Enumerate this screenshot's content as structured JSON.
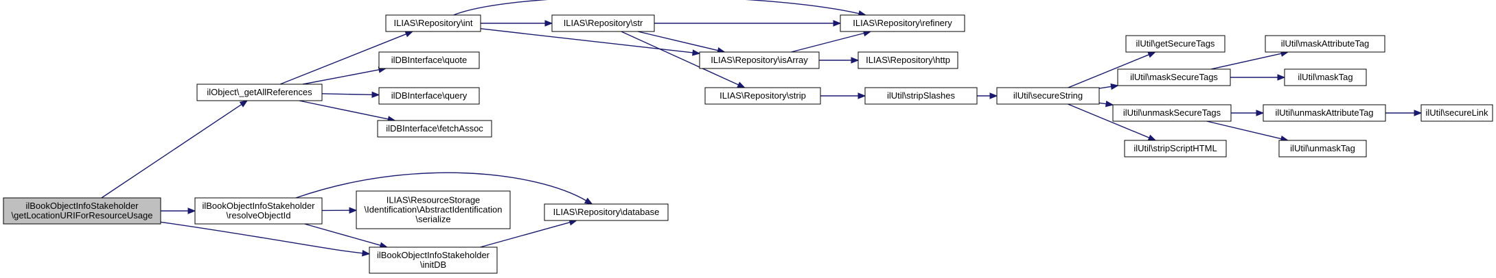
{
  "colors": {
    "edge": "#191970",
    "root_fill": "#bfbfbf",
    "node_fill": "#ffffff",
    "border": "#000000"
  },
  "nodes": [
    {
      "id": "root",
      "lines": [
        "ilBookObjectInfoStakeholder",
        "\\getLocationURIForResourceUsage"
      ],
      "highlight": true
    },
    {
      "id": "getAllRefs",
      "lines": [
        "ilObject\\_getAllReferences"
      ]
    },
    {
      "id": "resolveObjectId",
      "lines": [
        "ilBookObjectInfoStakeholder",
        "\\resolveObjectId"
      ]
    },
    {
      "id": "initDB",
      "lines": [
        "ilBookObjectInfoStakeholder",
        "\\initDB"
      ]
    },
    {
      "id": "repoInt",
      "lines": [
        "ILIAS\\Repository\\int"
      ]
    },
    {
      "id": "dbQuote",
      "lines": [
        "ilDBInterface\\quote"
      ]
    },
    {
      "id": "dbQuery",
      "lines": [
        "ilDBInterface\\query"
      ]
    },
    {
      "id": "dbFetch",
      "lines": [
        "ilDBInterface\\fetchAssoc"
      ]
    },
    {
      "id": "serialize",
      "lines": [
        "ILIAS\\ResourceStorage",
        "\\Identification\\AbstractIdentification",
        "\\serialize"
      ]
    },
    {
      "id": "repoDatabase",
      "lines": [
        "ILIAS\\Repository\\database"
      ]
    },
    {
      "id": "repoStr",
      "lines": [
        "ILIAS\\Repository\\str"
      ]
    },
    {
      "id": "repoRefinery",
      "lines": [
        "ILIAS\\Repository\\refinery"
      ]
    },
    {
      "id": "repoIsArray",
      "lines": [
        "ILIAS\\Repository\\isArray"
      ]
    },
    {
      "id": "repoHttp",
      "lines": [
        "ILIAS\\Repository\\http"
      ]
    },
    {
      "id": "repoStrip",
      "lines": [
        "ILIAS\\Repository\\strip"
      ]
    },
    {
      "id": "stripSlashes",
      "lines": [
        "ilUtil\\stripSlashes"
      ]
    },
    {
      "id": "secureString",
      "lines": [
        "ilUtil\\secureString"
      ]
    },
    {
      "id": "getSecureTags",
      "lines": [
        "ilUtil\\getSecureTags"
      ]
    },
    {
      "id": "maskSecureTags",
      "lines": [
        "ilUtil\\maskSecureTags"
      ]
    },
    {
      "id": "unmaskSecureTags",
      "lines": [
        "ilUtil\\unmaskSecureTags"
      ]
    },
    {
      "id": "stripScriptHTML",
      "lines": [
        "ilUtil\\stripScriptHTML"
      ]
    },
    {
      "id": "maskAttributeTag",
      "lines": [
        "ilUtil\\maskAttributeTag"
      ]
    },
    {
      "id": "maskTag",
      "lines": [
        "ilUtil\\maskTag"
      ]
    },
    {
      "id": "unmaskAttributeTag",
      "lines": [
        "ilUtil\\unmaskAttributeTag"
      ]
    },
    {
      "id": "unmaskTag",
      "lines": [
        "ilUtil\\unmaskTag"
      ]
    },
    {
      "id": "secureLink",
      "lines": [
        "ilUtil\\secureLink"
      ]
    }
  ],
  "edges": [
    [
      "root",
      "getAllRefs"
    ],
    [
      "root",
      "resolveObjectId"
    ],
    [
      "root",
      "initDB"
    ],
    [
      "getAllRefs",
      "repoInt"
    ],
    [
      "getAllRefs",
      "dbQuote"
    ],
    [
      "getAllRefs",
      "dbQuery"
    ],
    [
      "getAllRefs",
      "dbFetch"
    ],
    [
      "resolveObjectId",
      "serialize"
    ],
    [
      "resolveObjectId",
      "repoDatabase"
    ],
    [
      "resolveObjectId",
      "initDB"
    ],
    [
      "initDB",
      "repoDatabase"
    ],
    [
      "repoInt",
      "repoStr"
    ],
    [
      "repoInt",
      "repoRefinery"
    ],
    [
      "repoInt",
      "repoIsArray"
    ],
    [
      "repoStr",
      "repoRefinery"
    ],
    [
      "repoStr",
      "repoIsArray"
    ],
    [
      "repoStr",
      "repoStrip"
    ],
    [
      "repoIsArray",
      "repoRefinery"
    ],
    [
      "repoIsArray",
      "repoHttp"
    ],
    [
      "repoStrip",
      "stripSlashes"
    ],
    [
      "stripSlashes",
      "secureString"
    ],
    [
      "secureString",
      "getSecureTags"
    ],
    [
      "secureString",
      "maskSecureTags"
    ],
    [
      "secureString",
      "unmaskSecureTags"
    ],
    [
      "secureString",
      "stripScriptHTML"
    ],
    [
      "maskSecureTags",
      "maskAttributeTag"
    ],
    [
      "maskSecureTags",
      "maskTag"
    ],
    [
      "unmaskSecureTags",
      "unmaskAttributeTag"
    ],
    [
      "unmaskSecureTags",
      "unmaskTag"
    ],
    [
      "unmaskAttributeTag",
      "secureLink"
    ]
  ]
}
